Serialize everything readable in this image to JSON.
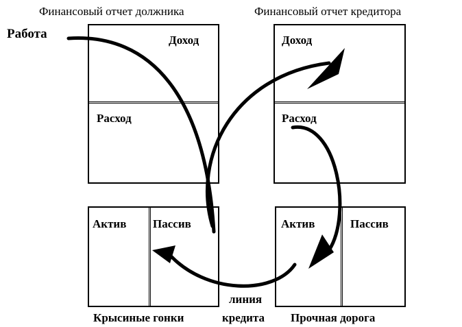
{
  "titles": {
    "debtor": "Финансовый отчет должника",
    "creditor": "Финансовый отчет кредитора"
  },
  "work_label": "Работа",
  "debtor_statement": {
    "income": "Доход",
    "expense": "Расход"
  },
  "creditor_statement": {
    "income": "Доход",
    "expense": "Расход"
  },
  "debtor_balance": {
    "asset": "Актив",
    "liability": "Пассив",
    "caption": "Крысиные гонки"
  },
  "creditor_balance": {
    "asset": "Актив",
    "liability": "Пассив",
    "caption": "Прочная дорога"
  },
  "credit_line": {
    "line1": "линия",
    "line2": "кредита"
  }
}
